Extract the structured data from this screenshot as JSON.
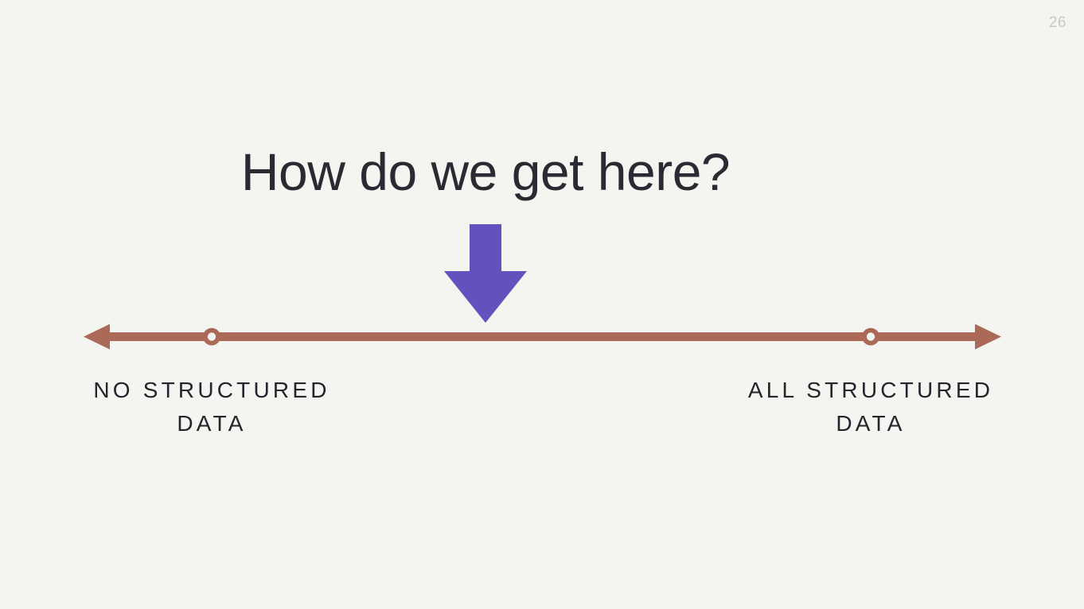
{
  "slide": {
    "number": "26",
    "background_color": "#F4F5F0",
    "title": "How do we get here?",
    "title_color": "#2A2A33"
  },
  "arrow": {
    "name": "down-arrow",
    "direction": "down",
    "color": "#6351BE"
  },
  "spectrum": {
    "name": "structured-data-spectrum",
    "line_color": "#AB6A57",
    "marker_fill": "#F4F5F0",
    "left_arrowhead": "left-arrowhead",
    "right_arrowhead": "right-arrowhead",
    "endpoints": [
      {
        "id": "no-structured-data",
        "line1": "NO STRUCTURED",
        "line2": "DATA"
      },
      {
        "id": "all-structured-data",
        "line1": "ALL STRUCTURED",
        "line2": "DATA"
      }
    ]
  }
}
